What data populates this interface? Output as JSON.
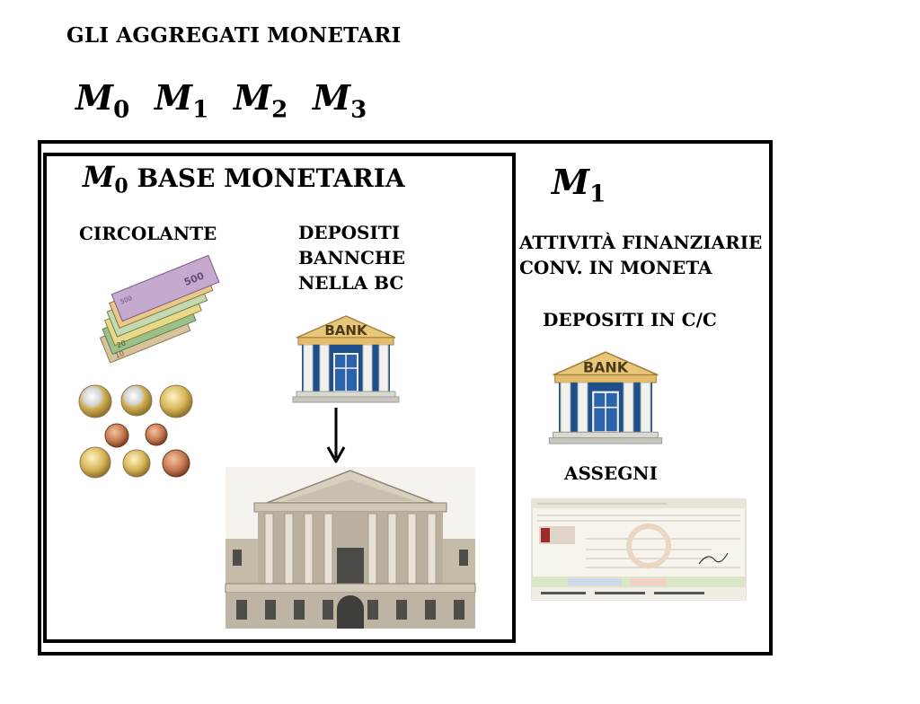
{
  "title": "GLI AGGREGATI MONETARI",
  "aggregates": [
    {
      "letter": "M",
      "sub": "0"
    },
    {
      "letter": "M",
      "sub": "1"
    },
    {
      "letter": "M",
      "sub": "2"
    },
    {
      "letter": "M",
      "sub": "3"
    }
  ],
  "m0_box": {
    "symbol": "M",
    "sub": "0",
    "label": "BASE MONETARIA",
    "circolante": "CIRCOLANTE",
    "depositi_lines": [
      "DEPOSITI",
      "BANNCHE",
      "NELLA BC"
    ],
    "bank_sign": "BANK"
  },
  "m1_box": {
    "symbol": "M",
    "sub": "1",
    "attivita_lines": [
      "ATTIVITÀ FINANZIARIE",
      "CONV. IN MONETA"
    ],
    "depositi_cc": "DEPOSITI IN C/C",
    "bank_sign": "BANK",
    "assegni": "ASSEGNI"
  },
  "colors": {
    "bank_roof": "#e9c77a",
    "bank_column": "#f1f1ee",
    "bank_window": "#1f4e8c",
    "banknote_green": "#9cc08a",
    "banknote_purple": "#c6a9cf",
    "banknote_yellow": "#e8d98a",
    "coin_gold": "#d8b65a",
    "coin_copper": "#c77b52",
    "building_stone": "#cfc6b6"
  }
}
